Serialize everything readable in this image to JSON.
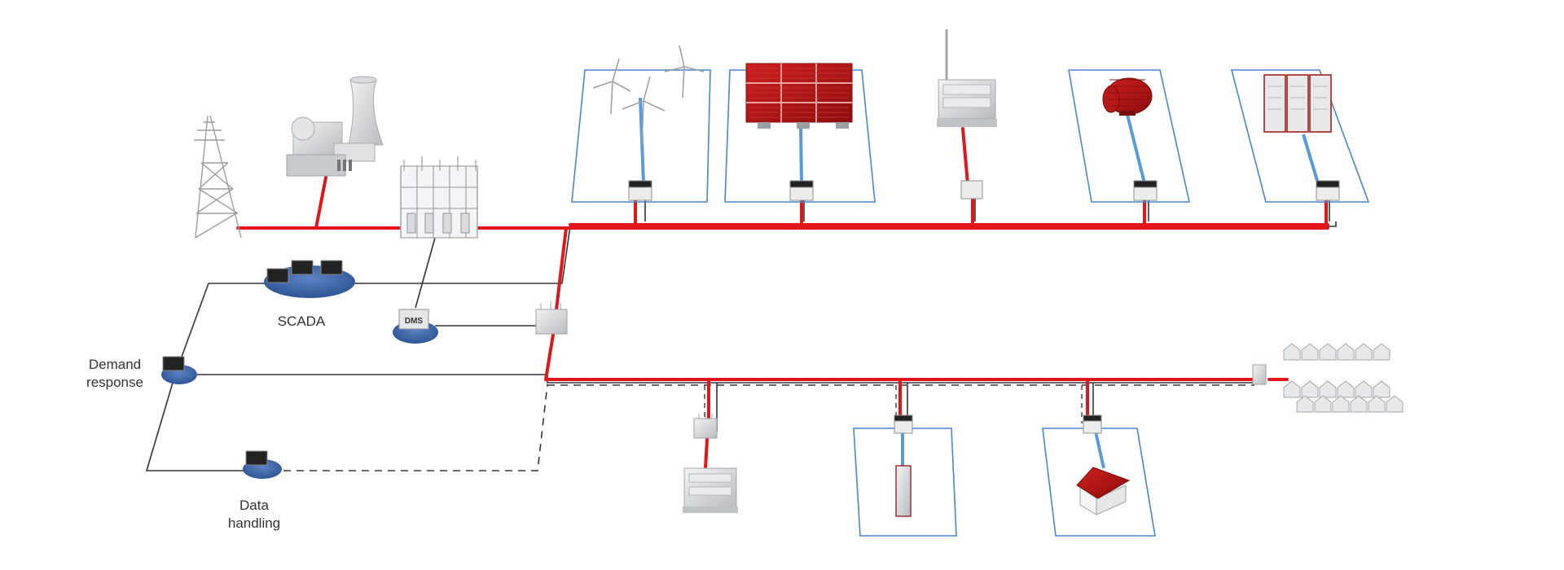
{
  "labels": {
    "scada": "SCADA",
    "dms": "DMS",
    "demand_response_line1": "Demand",
    "demand_response_line2": "response",
    "data_handling_line1": "Data",
    "data_handling_line2": "handling"
  },
  "colors": {
    "power_line": "#e0161b",
    "data_line": "#333333",
    "frame": "#4a86c8",
    "dc_link": "#5b9bd5",
    "control_node": "#3b63a6",
    "solar_panel": "#b01515",
    "equipment_gray": "#cfd2d4"
  },
  "icons": {
    "transmission_tower": "lattice-tower-icon",
    "power_plant": "cooling-tower-plant-icon",
    "substation": "substation-icon",
    "wind": "wind-turbine-icon",
    "solar": "solar-panel-icon",
    "generator": "genset-icon",
    "motor": "electric-motor-icon",
    "battery": "battery-rack-icon",
    "converter": "power-converter-icon",
    "transformer": "transformer-icon",
    "house": "house-icon",
    "workstation": "monitor-icon"
  }
}
